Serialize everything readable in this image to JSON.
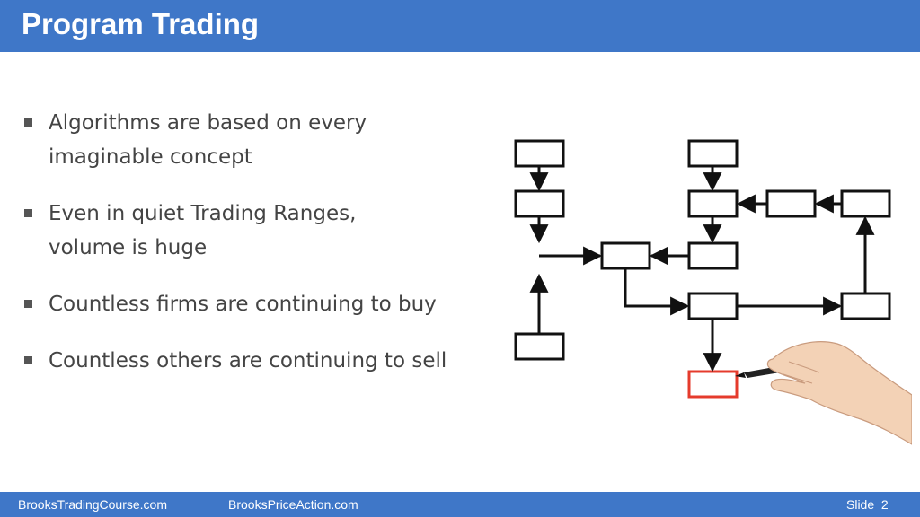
{
  "slide": {
    "title": "Program Trading",
    "bullets": [
      "Algorithms are based on every imaginable concept",
      "Even in quiet Trading Ranges, volume is huge",
      "Countless firms are continuing to buy",
      "Countless others are continuing to sell"
    ]
  },
  "footer": {
    "left_site": "BrooksTradingCourse.com",
    "center_site": "BrooksPriceAction.com",
    "slide_label": "Slide",
    "slide_number": "2"
  },
  "colors": {
    "header_blue": "#3f77c8",
    "bullet_text": "#444444",
    "highlight_box": "#e53b2c",
    "diagram_line": "#111111"
  },
  "icons": {
    "hand": "hand-with-marker-icon",
    "bullet": "square-bullet-icon"
  }
}
